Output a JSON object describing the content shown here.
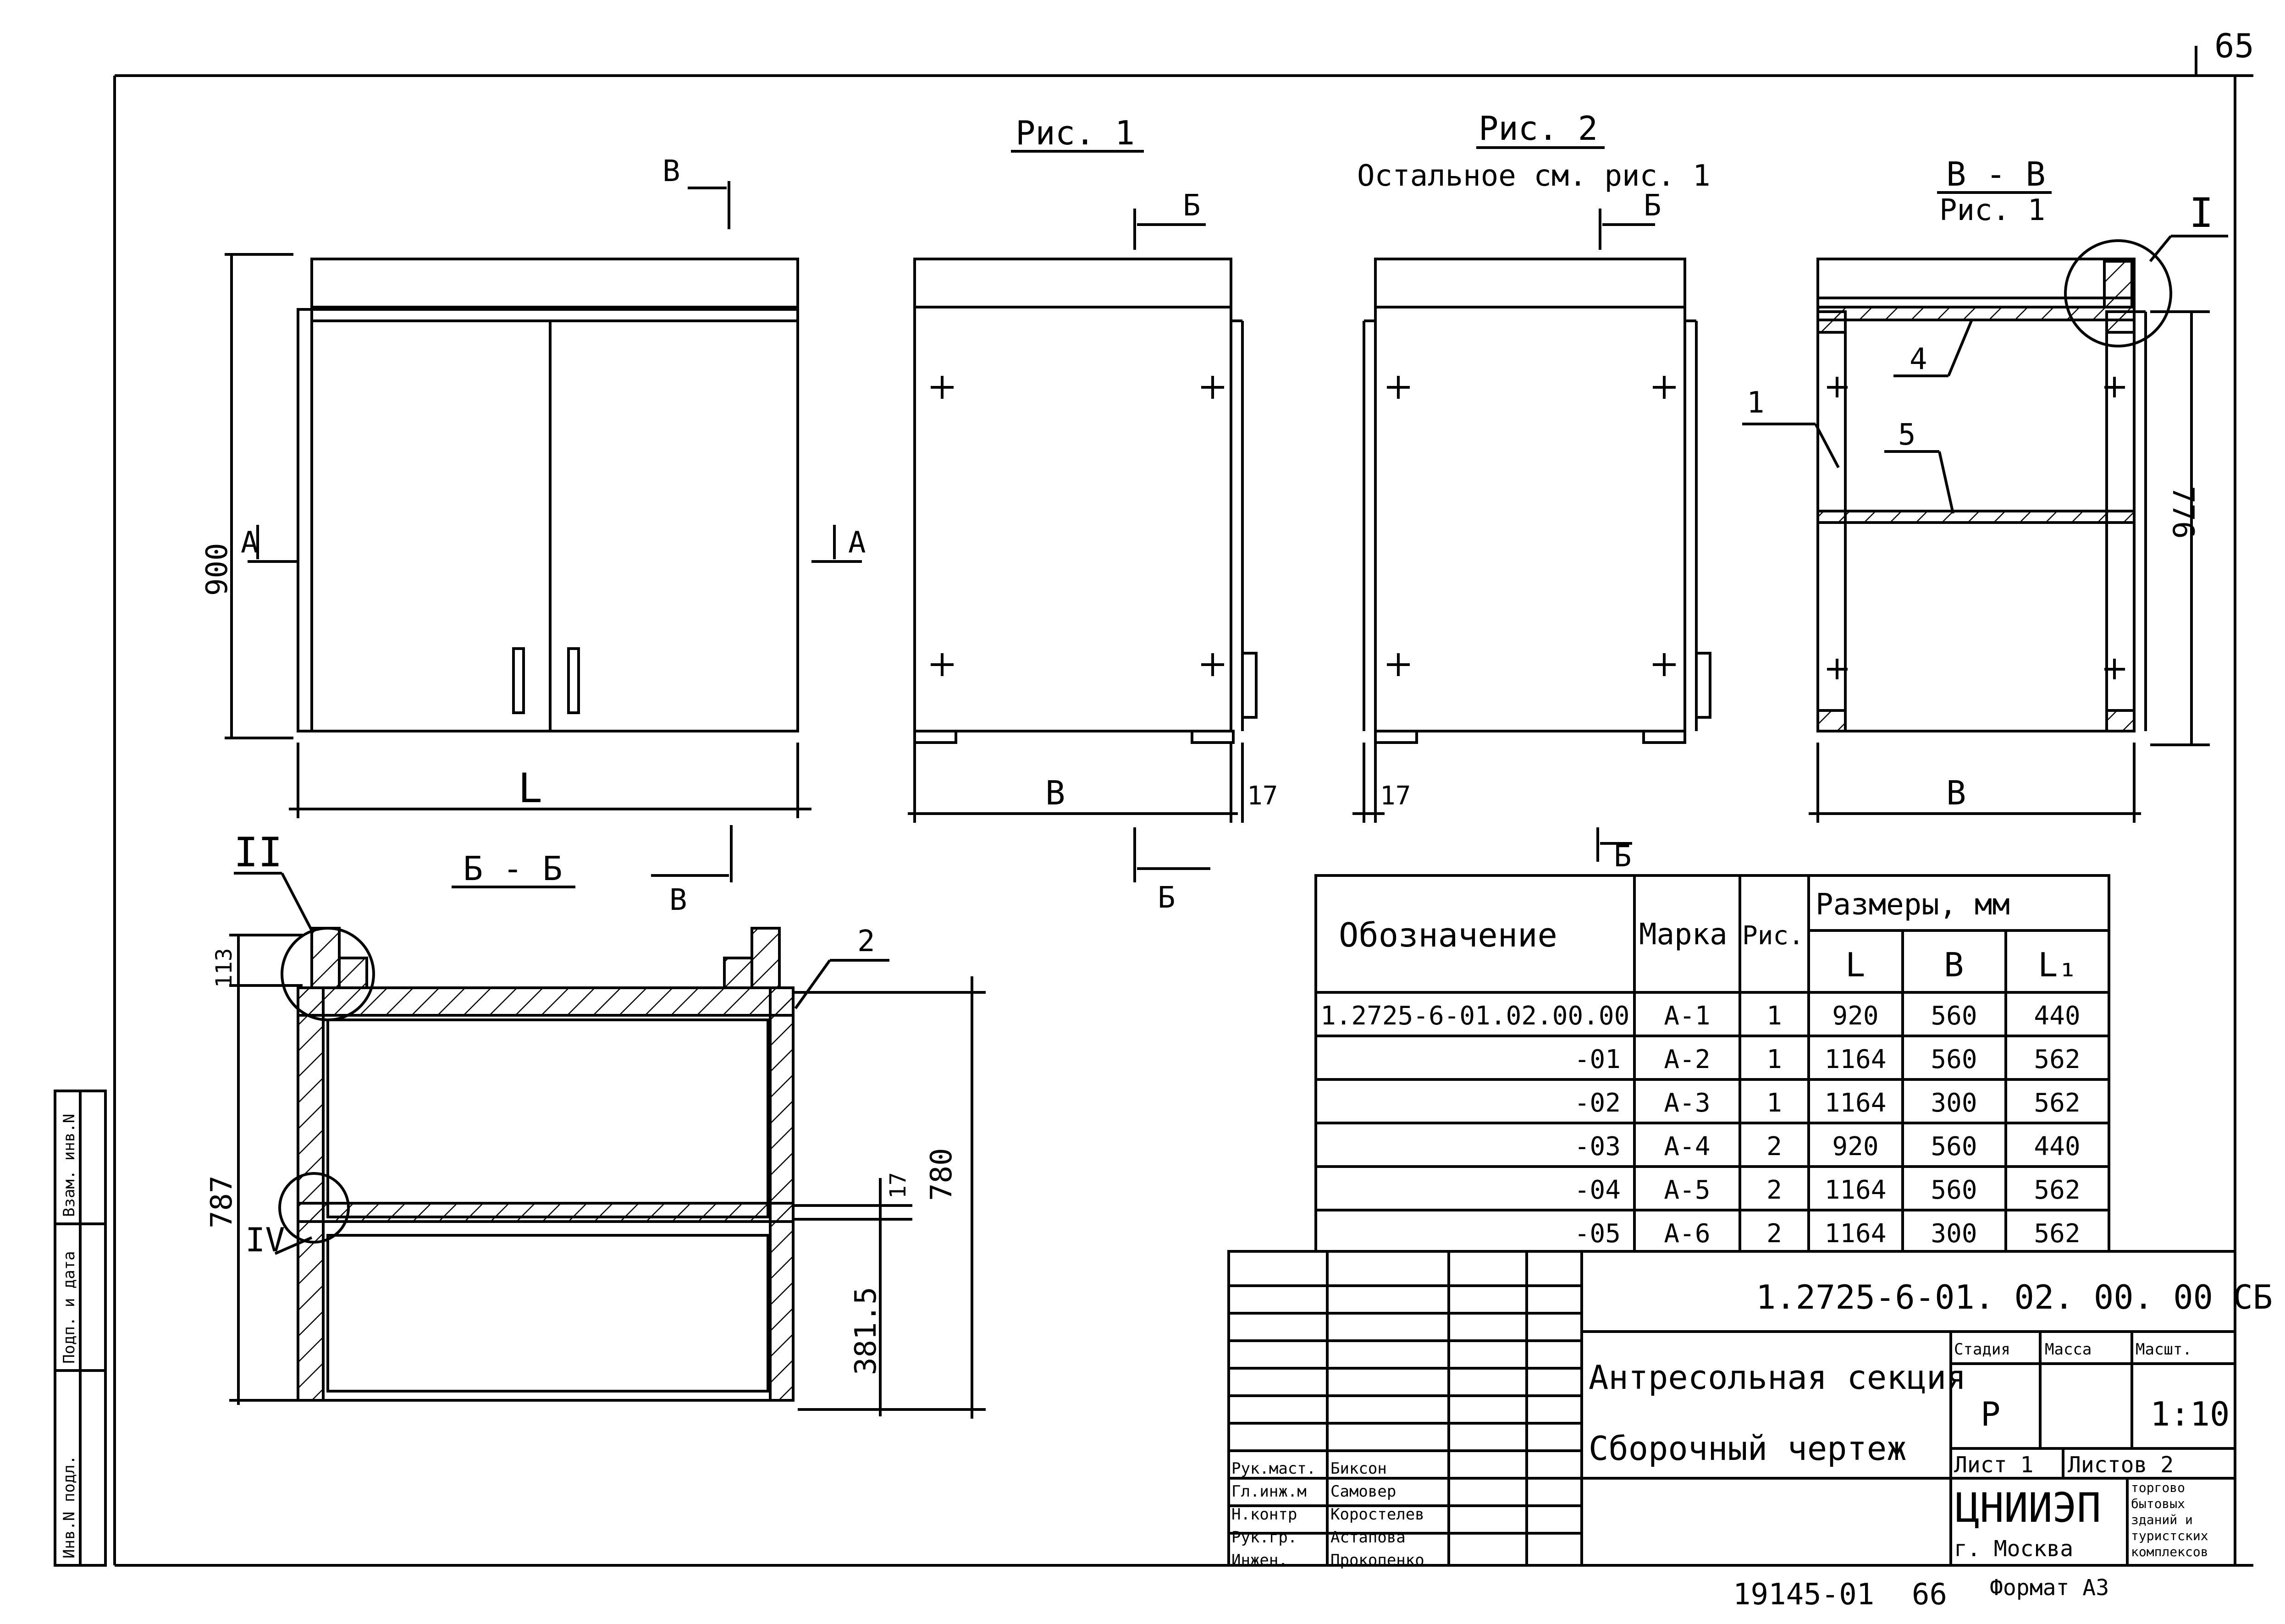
{
  "page_number": "65",
  "views": {
    "fig1_label": "Рис. 1",
    "fig2_label": "Рис. 2",
    "fig2_note": "Остальное см. рис. 1",
    "section_vv_label": "В - В",
    "section_vv_ref": "Рис. 1",
    "section_bb_label": "Б - Б"
  },
  "markers": {
    "A": "А",
    "B": "Б",
    "V": "В",
    "node_I": "I",
    "node_II": "II",
    "node_IV": "IV"
  },
  "dimensions": {
    "height_900": "900",
    "width_L": "L",
    "depth_B": "В",
    "side_17": "17",
    "inner_776": "776",
    "dim_113": "113",
    "dim_787": "787",
    "dim_780": "780",
    "dim_381_5": "381.5"
  },
  "positions": {
    "p1": "1",
    "p2": "2",
    "p4": "4",
    "p5": "5"
  },
  "spec_table": {
    "headers": {
      "designation": "Обозначение",
      "mark": "Марка",
      "fig": "Рис.",
      "dims": "Размеры, мм",
      "L": "L",
      "B": "B",
      "L1": "L₁"
    },
    "rows": [
      {
        "designation": "1.2725-6-01.02.00.00",
        "mark": "А-1",
        "fig": "1",
        "L": "920",
        "B": "560",
        "L1": "440"
      },
      {
        "designation": "-01",
        "mark": "А-2",
        "fig": "1",
        "L": "1164",
        "B": "560",
        "L1": "562"
      },
      {
        "designation": "-02",
        "mark": "А-3",
        "fig": "1",
        "L": "1164",
        "B": "300",
        "L1": "562"
      },
      {
        "designation": "-03",
        "mark": "А-4",
        "fig": "2",
        "L": "920",
        "B": "560",
        "L1": "440"
      },
      {
        "designation": "-04",
        "mark": "А-5",
        "fig": "2",
        "L": "1164",
        "B": "560",
        "L1": "562"
      },
      {
        "designation": "-05",
        "mark": "А-6",
        "fig": "2",
        "L": "1164",
        "B": "300",
        "L1": "562"
      }
    ]
  },
  "title_block": {
    "doc_code": "1.2725-6-01. 02. 00. 00 СБ",
    "title_line1": "Антресольная секция",
    "title_line2": "Сборочный чертеж",
    "stage_header": "Стадия",
    "mass_header": "Масса",
    "scale_header": "Масшт.",
    "stage": "Р",
    "scale": "1:10",
    "sheet_label": "Лист 1",
    "sheets_label": "Листов 2",
    "org_name": "ЦНИИЭП",
    "org_city": "г. Москва",
    "org_desc": [
      "торгово",
      "бытовых",
      "зданий и",
      "туристских",
      "комплексов"
    ],
    "signatures": [
      {
        "role": "Рук.маст.",
        "name": "Биксон"
      },
      {
        "role": "Гл.инж.м",
        "name": "Самовер"
      },
      {
        "role": "Н.контр",
        "name": "Коростелев"
      },
      {
        "role": "Рук.гр.",
        "name": "Астапова"
      },
      {
        "role": "Инжен.",
        "name": "Прокопенко"
      }
    ]
  },
  "left_stamp": [
    "Инв.N подл.",
    "Подп. и дата",
    "Взам. инв.N"
  ],
  "footer": {
    "archive": "19145-01",
    "page": "66",
    "format": "Формат А3"
  }
}
